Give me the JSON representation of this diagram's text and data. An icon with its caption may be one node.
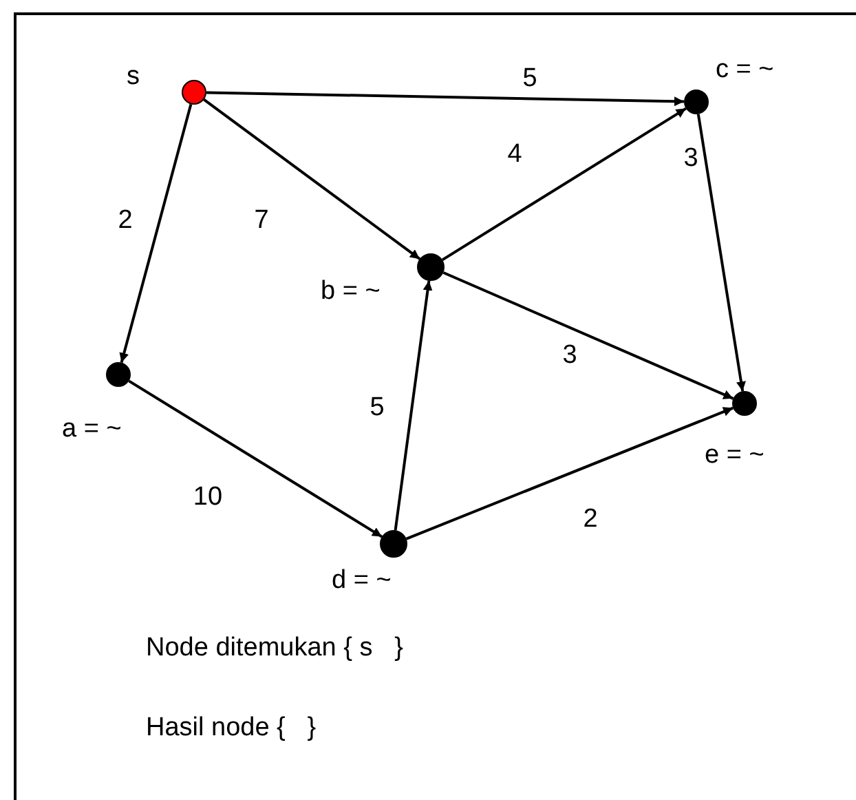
{
  "diagram": {
    "nodes": [
      {
        "text": [
          "s"
        ]
      },
      {
        "text": [
          "c = ~"
        ]
      },
      {
        "text": [
          "b = ~"
        ]
      },
      {
        "text": [
          "a = ~"
        ]
      },
      {
        "text": [
          "e = ~"
        ]
      },
      {
        "text": [
          "d = ~"
        ]
      }
    ],
    "edges": [
      {
        "from": 0,
        "to": 1,
        "arrow": "to",
        "label": "5"
      },
      {
        "from": 0,
        "to": 2,
        "arrow": "to",
        "label": "7"
      },
      {
        "from": 0,
        "to": 3,
        "arrow": "to",
        "label": "2"
      },
      {
        "from": 2,
        "to": 1,
        "arrow": "to",
        "label": "4"
      },
      {
        "from": 1,
        "to": 4,
        "arrow": "to",
        "label": "3"
      },
      {
        "from": 2,
        "to": 4,
        "arrow": "to",
        "label": "3"
      },
      {
        "from": 3,
        "to": 5,
        "arrow": "to",
        "label": "10"
      },
      {
        "from": 5,
        "to": 2,
        "arrow": "to",
        "label": "5"
      },
      {
        "from": 5,
        "to": 4,
        "arrow": "to",
        "label": "2"
      }
    ],
    "labels": [
      "Node ditemukan { s   }",
      "Hasil node {   }"
    ]
  }
}
